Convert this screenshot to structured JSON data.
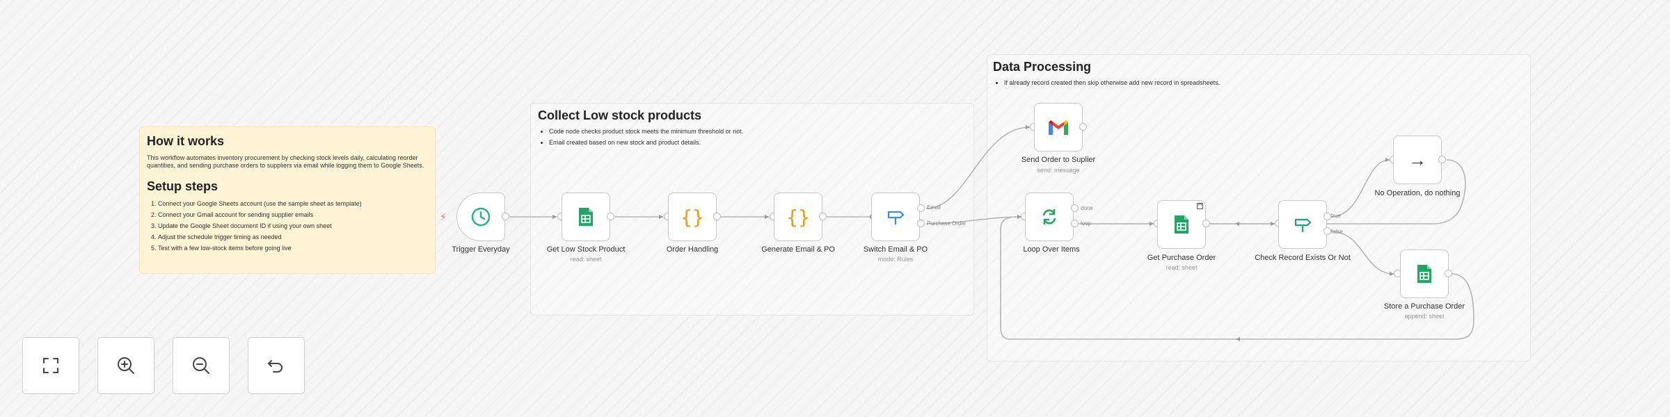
{
  "how_it_works": {
    "title": "How it works",
    "description": "This workflow automates inventory procurement by checking stock levels daily, calculating reorder quantities, and sending purchase orders to suppliers via email while logging them to Google Sheets.",
    "setup_title": "Setup steps",
    "steps": [
      "Connect your Google Sheets account (use the sample sheet as template)",
      "Connect your Gmail account for sending supplier emails",
      "Update the Google Sheet document ID if using your own sheet",
      "Adjust the schedule trigger timing as needed",
      "Test with a few low-stock items before going live"
    ]
  },
  "collect_group": {
    "title": "Collect Low stock products",
    "bullets": [
      "Code node checks product stock meets the minimum threshold or not.",
      "Email created based on new stock and product details."
    ]
  },
  "processing_group": {
    "title": "Data Processing",
    "bullets": [
      "If already record created then skip otherwise add new record in spreadsheets."
    ]
  },
  "nodes": {
    "trigger": {
      "label": "Trigger Everyday",
      "icon": "clock-icon"
    },
    "get_low_stock": {
      "label": "Get Low Stock Product",
      "sub": "read: sheet",
      "icon": "google-sheets-icon"
    },
    "order_handling": {
      "label": "Order Handling",
      "icon": "code-braces-icon"
    },
    "generate_email": {
      "label": "Generate Email & PO",
      "icon": "code-braces-icon"
    },
    "switch": {
      "label": "Switch Email & PO",
      "sub": "mode: Rules",
      "icon": "signpost-icon"
    },
    "send_order": {
      "label": "Send Order to Suplier",
      "sub": "send: message",
      "icon": "gmail-icon"
    },
    "loop": {
      "label": "Loop Over Items",
      "icon": "loop-arrows-icon"
    },
    "get_po": {
      "label": "Get Purchase Order",
      "sub": "read: sheet",
      "icon": "google-sheets-icon"
    },
    "check": {
      "label": "Check Record Exists Or Not",
      "icon": "signpost-icon"
    },
    "noop": {
      "label": "No Operation, do nothing",
      "icon": "arrow-right-icon"
    },
    "store": {
      "label": "Store a Purchase Order",
      "sub": "append: sheet",
      "icon": "google-sheets-icon"
    }
  },
  "edge_labels": {
    "email": "Email",
    "purchase_order": "Purchase Order",
    "done": "done",
    "loop": "loop",
    "true": "true",
    "false": "false"
  },
  "controls": {
    "fit": "fit-view-icon",
    "zoom_in": "zoom-in-icon",
    "zoom_out": "zoom-out-icon",
    "reset": "undo-icon"
  },
  "colors": {
    "sticky_yellow": "#fff4d6",
    "sheets_green": "#23a566",
    "code_orange": "#f29a11",
    "trigger_teal": "#27b38a",
    "switch_blue": "#3f8ce8",
    "trigger_red": "#ff6d5a"
  }
}
